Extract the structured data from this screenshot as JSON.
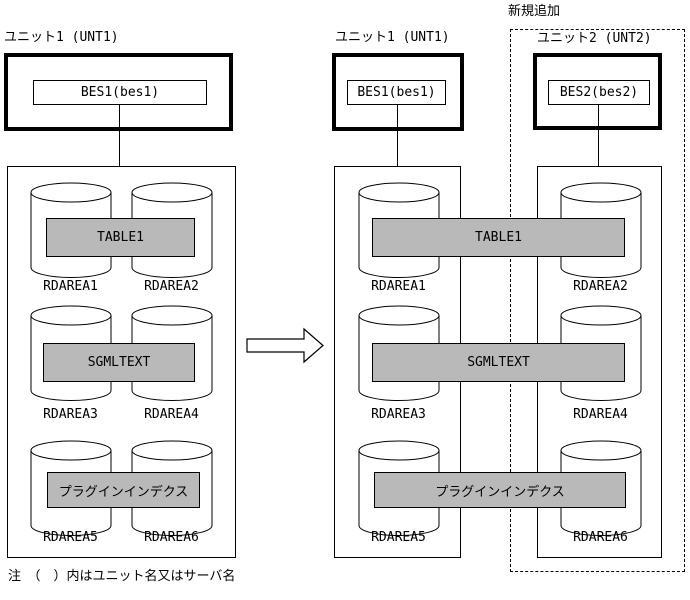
{
  "colors": {
    "background": "#ffffff",
    "line": "#000000",
    "band_fill": "#b9b9b9"
  },
  "note": "注　（　）内はユニット名又はサーバ名",
  "new_addition_label": "新規追加",
  "before": {
    "unit": {
      "label": "ユニット1 (UNT1)",
      "server": "BES1(bes1)"
    },
    "rows": [
      {
        "band": "TABLE1",
        "cylinders": [
          "RDAREA1",
          "RDAREA2"
        ]
      },
      {
        "band": "SGMLTEXT",
        "cylinders": [
          "RDAREA3",
          "RDAREA4"
        ]
      },
      {
        "band": "プラグインインデクス",
        "cylinders": [
          "RDAREA5",
          "RDAREA6"
        ]
      }
    ]
  },
  "after": {
    "unit1": {
      "label": "ユニット1 (UNT1)",
      "server": "BES1(bes1)"
    },
    "unit2": {
      "label": "ユニット2 (UNT2)",
      "server": "BES2(bes2)"
    },
    "rows": [
      {
        "band": "TABLE1",
        "cylinders": [
          "RDAREA1",
          "RDAREA2"
        ]
      },
      {
        "band": "SGMLTEXT",
        "cylinders": [
          "RDAREA3",
          "RDAREA4"
        ]
      },
      {
        "band": "プラグインインデクス",
        "cylinders": [
          "RDAREA5",
          "RDAREA6"
        ]
      }
    ]
  }
}
